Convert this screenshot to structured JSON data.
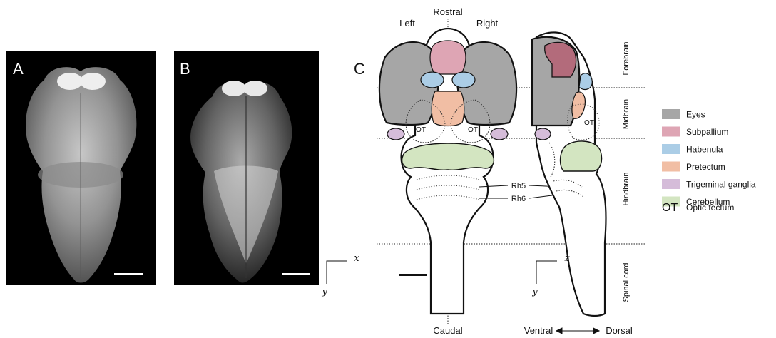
{
  "panels": {
    "a_label": "A",
    "b_label": "B",
    "c_label": "C"
  },
  "orientation": {
    "rostral": "Rostral",
    "caudal": "Caudal",
    "left": "Left",
    "right": "Right",
    "ventral": "Ventral",
    "dorsal": "Dorsal"
  },
  "regions": {
    "forebrain": "Forebrain",
    "midbrain": "Midbrain",
    "hindbrain": "Hindbrain",
    "spinal_cord": "Spinal cord"
  },
  "annotations": {
    "ot_left": "OT",
    "ot_right": "OT",
    "ot_side": "OT",
    "rh5": "Rh5",
    "rh6": "Rh6"
  },
  "axes": {
    "top_x": "x",
    "top_y": "y",
    "side_z": "z",
    "side_y": "y"
  },
  "legend": [
    {
      "label": "Eyes",
      "color": "#a6a6a6"
    },
    {
      "label": "Subpallium",
      "color": "#dea5b4"
    },
    {
      "label": "Habenula",
      "color": "#abcde6"
    },
    {
      "label": "Pretectum",
      "color": "#f1bea4"
    },
    {
      "label": "Trigeminal ganglia",
      "color": "#d5bcd9"
    },
    {
      "label": "Cerebellum",
      "color": "#d3e5c1"
    }
  ],
  "legend_abbrev": {
    "symbol": "OT",
    "label": "Optic tectum"
  }
}
